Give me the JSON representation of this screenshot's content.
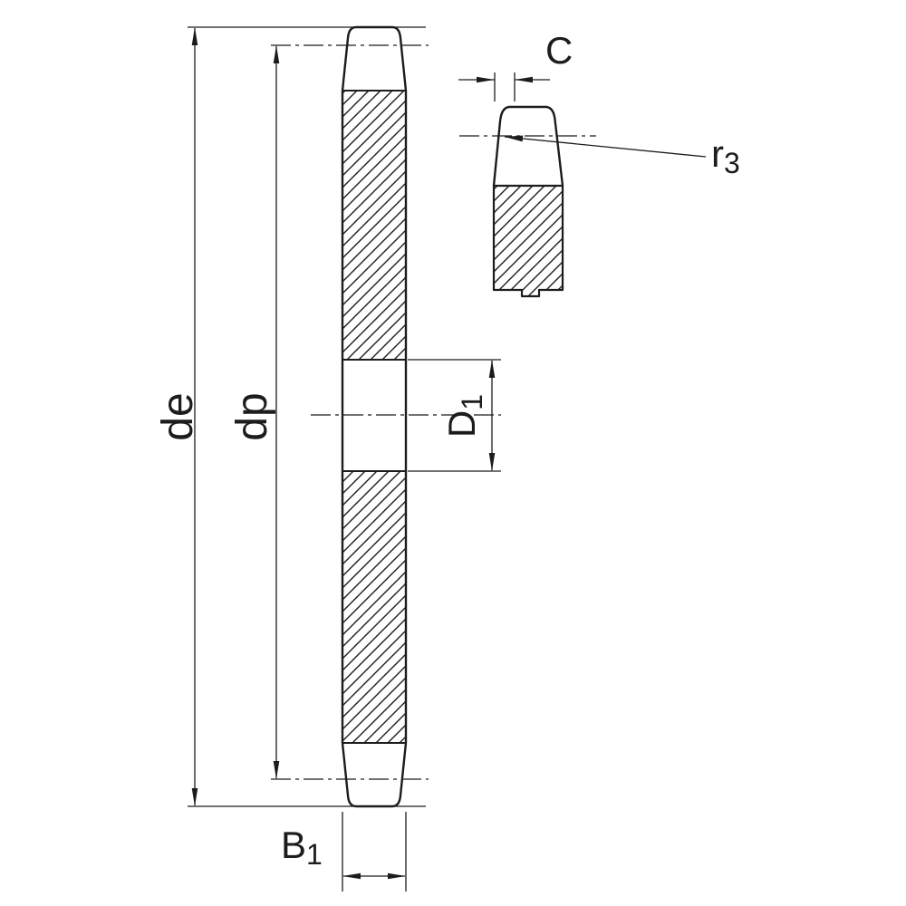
{
  "drawing": {
    "background_color": "#ffffff",
    "line_color": "#1c1c1c",
    "labels": {
      "de": "de",
      "dp": "dp",
      "d1": {
        "main": "D",
        "sub": "1"
      },
      "b1": {
        "main": "B",
        "sub": "1"
      },
      "c": "C",
      "r3": {
        "main": "r",
        "sub": "3"
      }
    }
  }
}
